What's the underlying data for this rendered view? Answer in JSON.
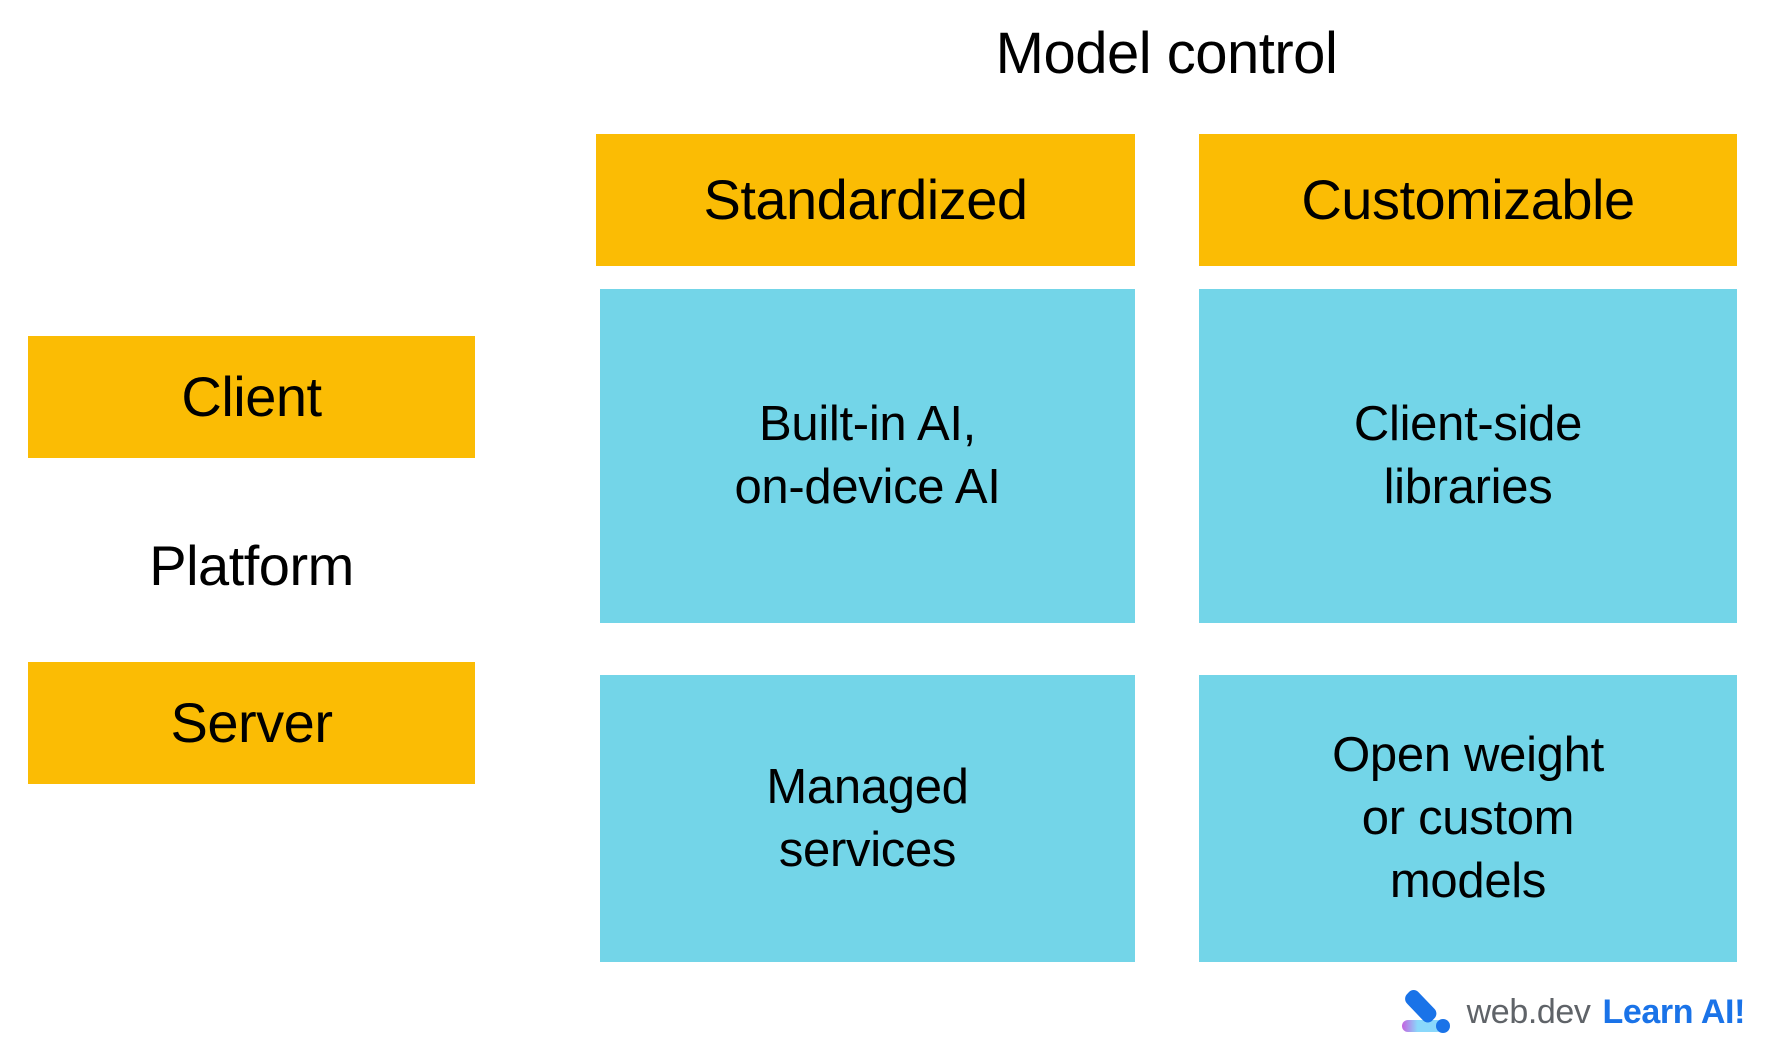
{
  "chart_data": {
    "type": "table",
    "title": "Model control",
    "xlabel": "Model control",
    "ylabel": "Platform",
    "column_headers": [
      "Standardized",
      "Customizable"
    ],
    "row_headers": [
      "Client",
      "Server"
    ],
    "cells": [
      [
        "Built-in AI,\non-device AI",
        "Client-side\nlibraries"
      ],
      [
        "Managed\nservices",
        "Open weight\nor custom\nmodels"
      ]
    ],
    "legend": [],
    "grid": false,
    "colors": {
      "header_yellow": "#FBBC04",
      "cell_blue": "#73D5E8",
      "background": "#FFFFFF",
      "text": "#000000",
      "brand_gray": "#5F6368",
      "brand_blue": "#1A73E8",
      "logo_blue": "#1A73E8",
      "logo_purple": "#C462E0",
      "logo_light_blue": "#8AD8FB"
    }
  },
  "matrix": {
    "title": "Model control",
    "axis_label_vertical": "Platform",
    "columns": [
      {
        "label": "Standardized"
      },
      {
        "label": "Customizable"
      }
    ],
    "rows": [
      {
        "label": "Client",
        "cells": [
          {
            "text": "Built-in AI,\non-device AI"
          },
          {
            "text": "Client-side\nlibraries"
          }
        ]
      },
      {
        "label": "Server",
        "cells": [
          {
            "text": "Managed\nservices"
          },
          {
            "text": "Open weight\nor custom\nmodels"
          }
        ]
      }
    ]
  },
  "brand": {
    "logo_icon": "webdev-chevron-dot-logo-icon",
    "name": "web.dev",
    "tagline": "Learn AI!"
  }
}
